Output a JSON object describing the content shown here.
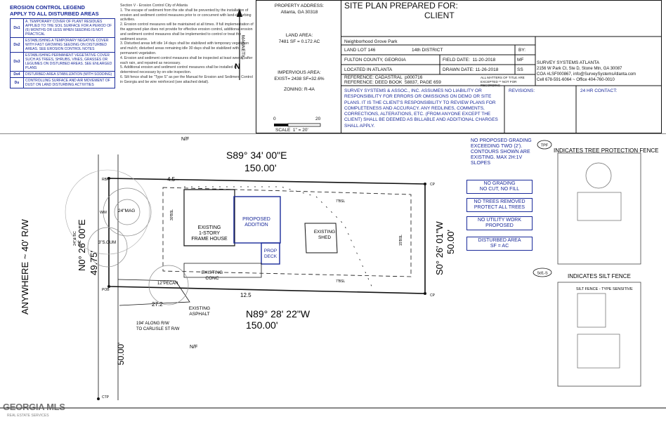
{
  "legend": {
    "title": "EROSION CONTROL LEGEND",
    "subtitle": "APPLY TO ALL DISTURBED AREAS",
    "rows": [
      {
        "code": "Ds1",
        "text": "A. TEMPORARY COVER OF PLANT RESIDUES APPLIED TO THE SOIL SURFACE FOR A PERIOD OF (6) MONTHS OR LESS WHEN SEEDING IS NOT PRACTICAL"
      },
      {
        "code": "Ds2",
        "text": "ESTABLISHING A TEMPORARY NEGATIVE COVER WITH FAST GROWING SEEDING ON DISTURBED AREAS. SEE EROSION CONTROL NOTES"
      },
      {
        "code": "Ds3",
        "text": "ESTABLISHING PERMANENT VEGETATIVE COVER SUCH AS TREES, SHRUBS, VINES, GRASSES OR LEGUMES ON DISTURBED AREAS. SEE ENLARGED PLANS"
      },
      {
        "code": "Ds4",
        "text": "DISTURBED AREA STABILIZATION (WITH SODDING)"
      },
      {
        "code": "Du",
        "text": "CONTROLLING SURFACE AND AIR MOVEMENT OF DUST ON LAND DISTURBING ACTIVITIES"
      }
    ]
  },
  "notes": {
    "heading": "Section V - Erosion Control City of Atlanta",
    "items": [
      "1. The escape of sediment from the site shall be prevented by the installation of erosion and sediment control measures prior to or concurrent with land-disturbing activities.",
      "2. Erosion control measures will be maintained at all times. If full implementation of the approved plan does not provide for effective erosion control, additional erosion and sediment control measures shall be implemented to control or treat the sediment source.",
      "3. Disturbed areas left idle 14 days shall be stabilized with temporary vegetation and mulch; disturbed areas remaining idle 30 days shall be stabilized with permanent vegetation.",
      "4. Erosion and sediment control measures shall be inspected at least weekly, after each rain, and repaired as necessary.",
      "5. Additional erosion and sediment control measures shall be installed if determined necessary by on-site inspection.",
      "6. Silt fence shall be \"Type S\" as per the Manual for Erosion and Sediment Control in Georgia and be wire reinforced (see attached detail)."
    ]
  },
  "north": {
    "label": "MAGNETIC",
    "letter": "N"
  },
  "property": {
    "address_label": "PROPERTY ADDRESS:",
    "address": "Atlanta, GA 30318",
    "land_area_label": "LAND AREA:",
    "land_area": "7481 SF = 0.172 AC",
    "impervious_label": "IMPERVIOUS AREA:",
    "impervious": "EXIST= 2438 SF=32.6%",
    "zoning": "ZONING: R-4A",
    "scale_label": "SCALE  1\" = 20'",
    "scale_0": "0",
    "scale_20": "20"
  },
  "title": {
    "prepared_for": "SITE PLAN PREPARED FOR:",
    "client": "CLIENT",
    "subdivision": "Neighborhood Grove Park",
    "land_lot": "LAND LOT 146",
    "district": "14th DISTRICT",
    "by_label": "BY:",
    "county": "FULTON COUNTY, GEORGIA",
    "field_date": "FIELD DATE:  11-20-2018",
    "field_init": "MF",
    "located": "LOCATED IN ATLANTA",
    "drawn_date": "DRAWN DATE: 11-26-2018",
    "drawn_init": "SS",
    "ref1": "REFERENCE: CADASTRAL  p000716",
    "ref2": "REFERENCE: DEED BOOK  58837, PAGE 659",
    "all_matters": "ALL MATTERS OF TITLE ARE EXCEPTED ** NOT FOR RECORDING",
    "company_name": "SURVEY SYSTEMS ATLANTA",
    "company_addr": "2156 W Park Ct, Ste D, Stone Mtn, GA 30087",
    "company_coa": "COA #LSF000867, info@SurveySystemsAtlanta.com",
    "company_phone": "Cell 678-591-6064 ~ Office 404-760-0010",
    "disclaimer": "SURVEY SYSTEMS & ASSOC., INC. ASSUMES NO LIABILITY OR RESPONSIBILITY FOR ERRORS OR OMISSIONS ON DEMO OR SITE PLANS.  IT IS THE CLIENT'S RESPONSIBILITY TO REVIEW PLANS FOR COMPLETENESS AND ACCURACY.  ANY REDLINES, COMMENTS, CORRECTIONS, ALTERATIONS, ETC. (FROM ANYONE EXCEPT THE CLIENT) SHALL BE DEEMED AS BILLABLE AND ADDITIONAL CHARGES SHALL APPLY.",
    "revisions": "REVISIONS:",
    "contact": "24 HR CONTACT:"
  },
  "site": {
    "nf_top": "N/F",
    "nf_bottom": "N/F",
    "bearing_top": "S89° 34' 00\"E",
    "dist_top": "150.00'",
    "bearing_bottom": "N89° 28' 22\"W",
    "dist_bottom": "150.00'",
    "bearing_right": "S0° 26' 01\"W",
    "dist_right": "50.00'",
    "bearing_left": "N0° 26' 00\"E",
    "dist_left": "49.75'",
    "road": "ANYWHERE ~ 40' R/W",
    "road_dist": "50.00'",
    "setback_top": "4.5",
    "setback_bottom": "12.5",
    "drive_dim": "27.2",
    "bsl_front": "30'BSL",
    "bsl_top": "7'BSL",
    "bsl_rear": "15'BSL",
    "bsl_bottom": "7'BSL",
    "house": "EXISTING\n1-STORY\nFRAME HOUSE",
    "addition": "PROPOSED\nADDITION",
    "deck": "PROP\nDECK",
    "shed": "EXISTING\nSHED",
    "conc": "EXISTING\nCONC",
    "asphalt": "EXISTING\nASPHALT",
    "along": "194' ALONG R/W\nTO CARLISLE ST R/W",
    "tree1": "24\"MAG",
    "tree2": "3\"S.GUM",
    "tree3": "12\"PECAN",
    "tree4": "24\"& BC\nDC",
    "rbf": "RBF",
    "pob": "POB",
    "cp1": "CP",
    "cp2": "CP",
    "ctp": "CTP",
    "wm": "WM"
  },
  "notes_right": {
    "grading": "NO PROPOSED GRADING EXCEEDING TWO (2'). CONTOURS SHOWN ARE EXISTING. MAX 2H:1V SLOPES",
    "no_cut": "NO GRADING\nNO CUT, NO FILL",
    "no_trees": "NO TREES REMOVED\nPROTECT ALL TREES",
    "no_utility": "NO UTILITY WORK\nPROPOSED",
    "disturbed": "DISTURBED AREA\nSF = AC"
  },
  "details": {
    "tpf_tag": "TPF",
    "tpf_label": "INDICATES TREE PROTECTION FENCE",
    "sd_tag": "Sd1-S",
    "sd_label": "INDICATES SILT FENCE",
    "silt_title": "SILT FENCE - TYPE SENSITIVE"
  },
  "watermark": {
    "brand": "GEORGIA MLS",
    "sub": "REAL ESTATE SERVICES"
  }
}
